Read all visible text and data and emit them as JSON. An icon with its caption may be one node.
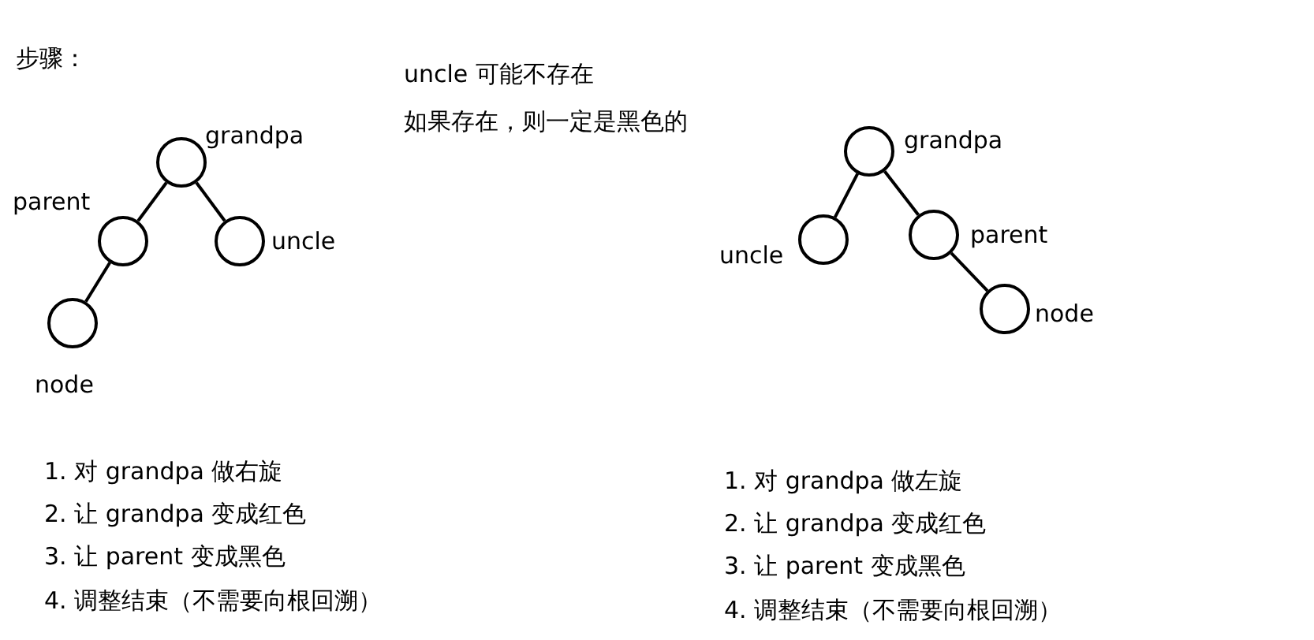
{
  "diagram": {
    "nodes": [
      {
        "text": [],
        "shape": "circle",
        "beside": [
          "grandpa"
        ]
      },
      {
        "text": [],
        "shape": "circle",
        "beside": [
          "parent"
        ]
      },
      {
        "text": [],
        "shape": "circle",
        "beside": [
          "uncle"
        ]
      },
      {
        "text": [],
        "shape": "circle",
        "beside": [
          "node"
        ]
      },
      {
        "text": [],
        "shape": "circle",
        "beside": [
          "grandpa"
        ]
      },
      {
        "text": [],
        "shape": "circle",
        "beside": [
          "uncle"
        ]
      },
      {
        "text": [],
        "shape": "circle",
        "beside": [
          "parent"
        ]
      },
      {
        "text": [],
        "shape": "circle",
        "beside": [
          "node"
        ]
      }
    ],
    "edges": [
      {
        "from": 0,
        "to": 1,
        "arrow": "none"
      },
      {
        "from": 0,
        "to": 2,
        "arrow": "none"
      },
      {
        "from": 1,
        "to": 3,
        "arrow": "none"
      },
      {
        "from": 4,
        "to": 5,
        "arrow": "none"
      },
      {
        "from": 4,
        "to": 6,
        "arrow": "none"
      },
      {
        "from": 6,
        "to": 7,
        "arrow": "none"
      }
    ],
    "labels": [
      "步骤：",
      "uncle 可能不存在",
      "如果存在，则一定是黑色的",
      "1. 对 grandpa 做右旋",
      "2. 让 grandpa 变成红色",
      "3. 让 parent 变成黑色",
      "4. 调整结束（不需要向根回溯）",
      "1. 对 grandpa 做左旋",
      "2. 让 grandpa 变成红色",
      "3. 让 parent 变成黑色",
      "4. 调整结束（不需要向根回溯）"
    ]
  }
}
